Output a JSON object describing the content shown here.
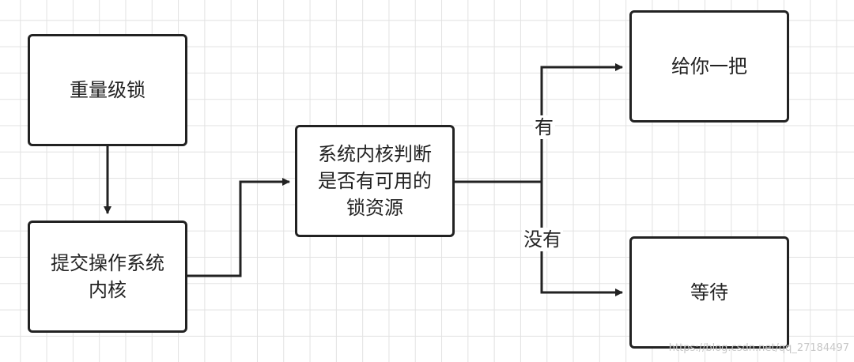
{
  "diagram": {
    "nodes": {
      "heavy_lock": "重量级锁",
      "submit_kernel": "提交操作系统\n内核",
      "kernel_check": "系统内核判断\n是否有可用的\n锁资源",
      "give_lock": "给你一把",
      "wait": "等待"
    },
    "edge_labels": {
      "yes": "有",
      "no": "没有"
    }
  },
  "watermark": "https://blog.csdn.net/qq_27184497",
  "colors": {
    "stroke": "#222222",
    "grid": "#e2e2e2",
    "background": "#ffffff"
  }
}
